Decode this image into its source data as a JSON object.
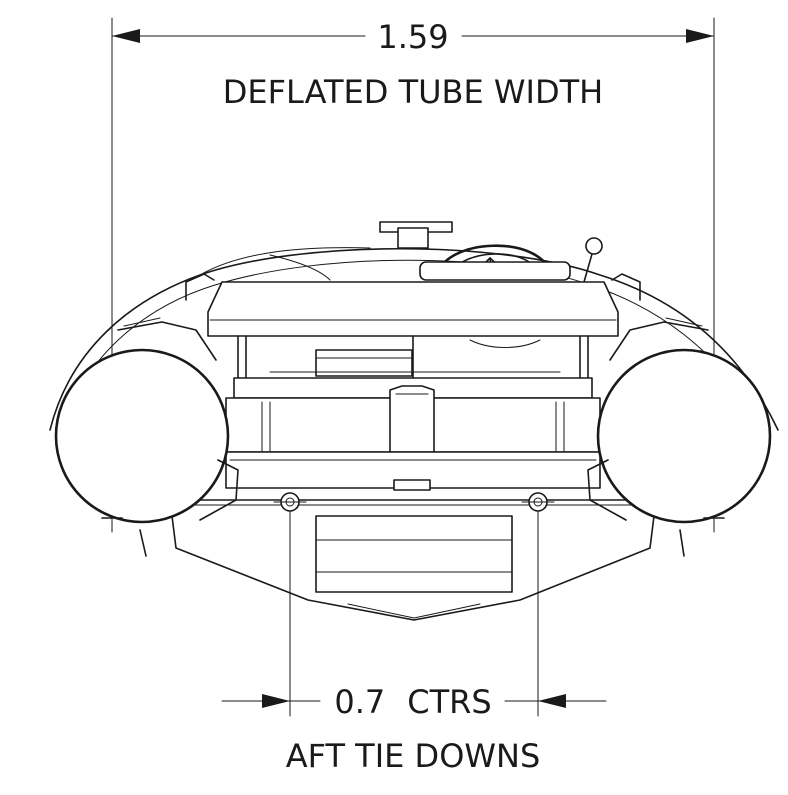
{
  "dimensions": {
    "tube_width": {
      "value": "1.59",
      "label": "DEFLATED TUBE WIDTH"
    },
    "tie_downs": {
      "value": "0.7",
      "unit": "CTRS",
      "label": "AFT TIE DOWNS"
    }
  },
  "colors": {
    "line": "#1a1a1a",
    "background": "#ffffff"
  }
}
